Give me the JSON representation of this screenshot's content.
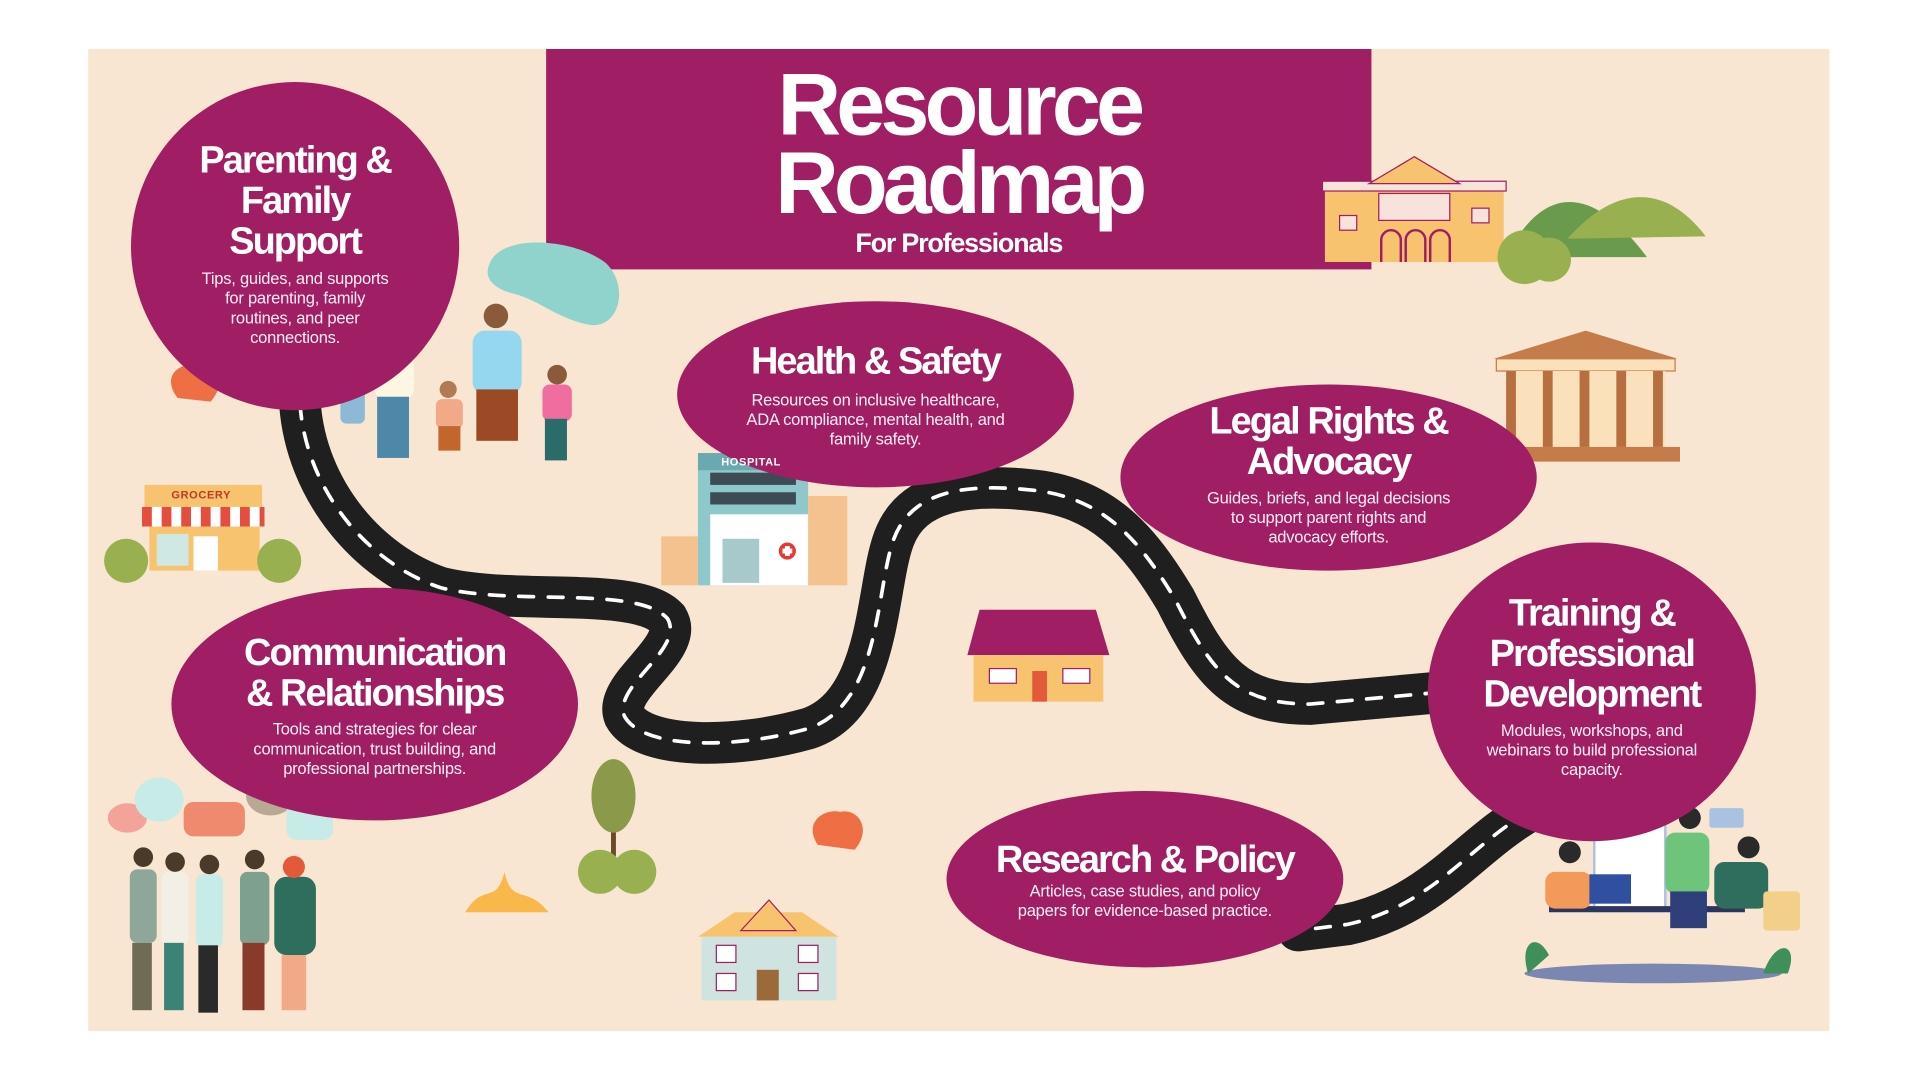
{
  "header": {
    "title_line1": "Resource",
    "title_line2": "Roadmap",
    "subtitle": "For Professionals"
  },
  "colors": {
    "brand": "#a01e63",
    "background": "#f8e6d2",
    "road": "#1f1f1f",
    "accent_yellow": "#f8c36f",
    "accent_green": "#8fb24c"
  },
  "sections": [
    {
      "title": [
        "Parenting &",
        "Family",
        "Support"
      ],
      "description": [
        "Tips, guides, and supports",
        "for parenting, family",
        "routines, and peer",
        "connections."
      ]
    },
    {
      "title": [
        "Health & Safety"
      ],
      "description": [
        "Resources on inclusive healthcare,",
        "ADA compliance, mental health, and",
        "family safety."
      ]
    },
    {
      "title": [
        "Legal Rights &",
        "Advocacy"
      ],
      "description": [
        "Guides, briefs, and legal decisions",
        "to support parent rights and",
        "advocacy efforts."
      ]
    },
    {
      "title": [
        "Communication",
        "& Relationships"
      ],
      "description": [
        "Tools and strategies for clear",
        "communication, trust building, and",
        "professional partnerships."
      ]
    },
    {
      "title": [
        "Training &",
        "Professional",
        "Development"
      ],
      "description": [
        "Modules, workshops, and",
        "webinars to build professional",
        "capacity."
      ]
    },
    {
      "title": [
        "Research & Policy"
      ],
      "description": [
        "Articles, case studies, and policy",
        "papers for evidence-based practice."
      ]
    }
  ],
  "illustrations": {
    "grocery_sign": "GROCERY",
    "hospital_sign": "HOSPITAL"
  }
}
